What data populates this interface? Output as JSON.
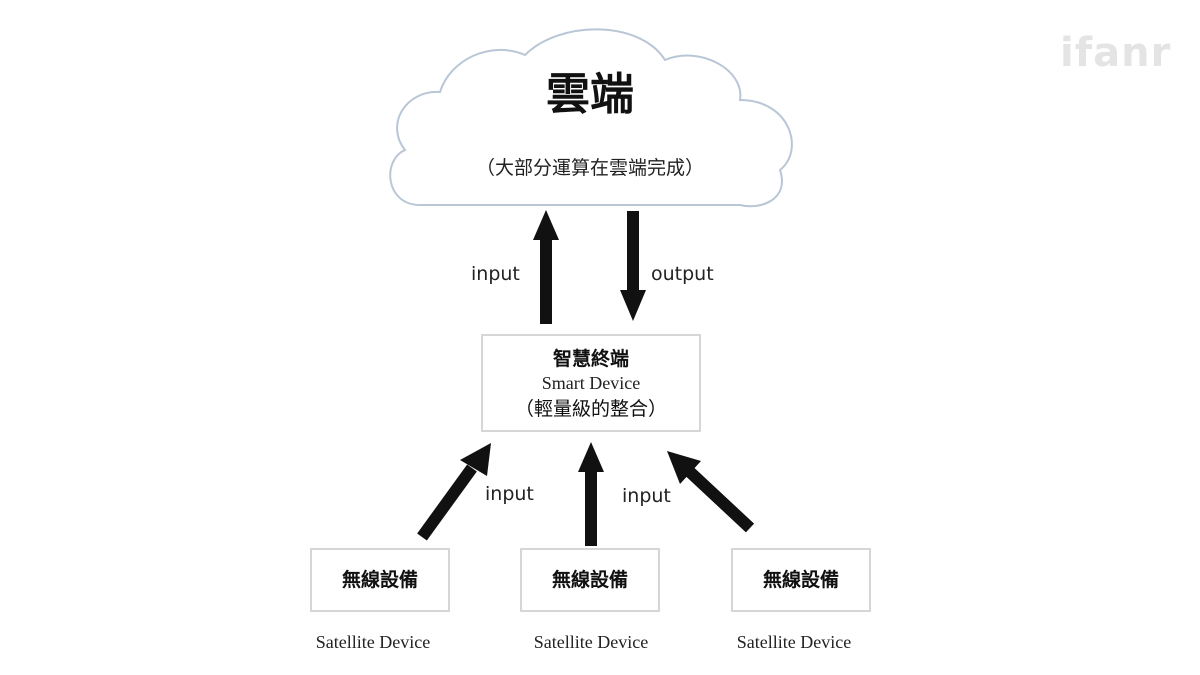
{
  "cloud": {
    "title": "雲端",
    "note": "（大部分運算在雲端完成）"
  },
  "edges": {
    "cloud_input": "input",
    "cloud_output": "output",
    "left_input": "input",
    "middle_input": "input"
  },
  "smart_device": {
    "title_cn": "智慧終端",
    "title_en": "Smart Device",
    "note": "（輕量級的整合）"
  },
  "satellites": [
    {
      "label_cn": "無線設備",
      "label_en": "Satellite Device"
    },
    {
      "label_cn": "無線設備",
      "label_en": "Satellite Device"
    },
    {
      "label_cn": "無線設備",
      "label_en": "Satellite Device"
    }
  ],
  "watermark": "ifanr",
  "colors": {
    "arrow": "#111111",
    "box_border": "#d6d6d6",
    "cloud_border": "#b9c6d6"
  }
}
